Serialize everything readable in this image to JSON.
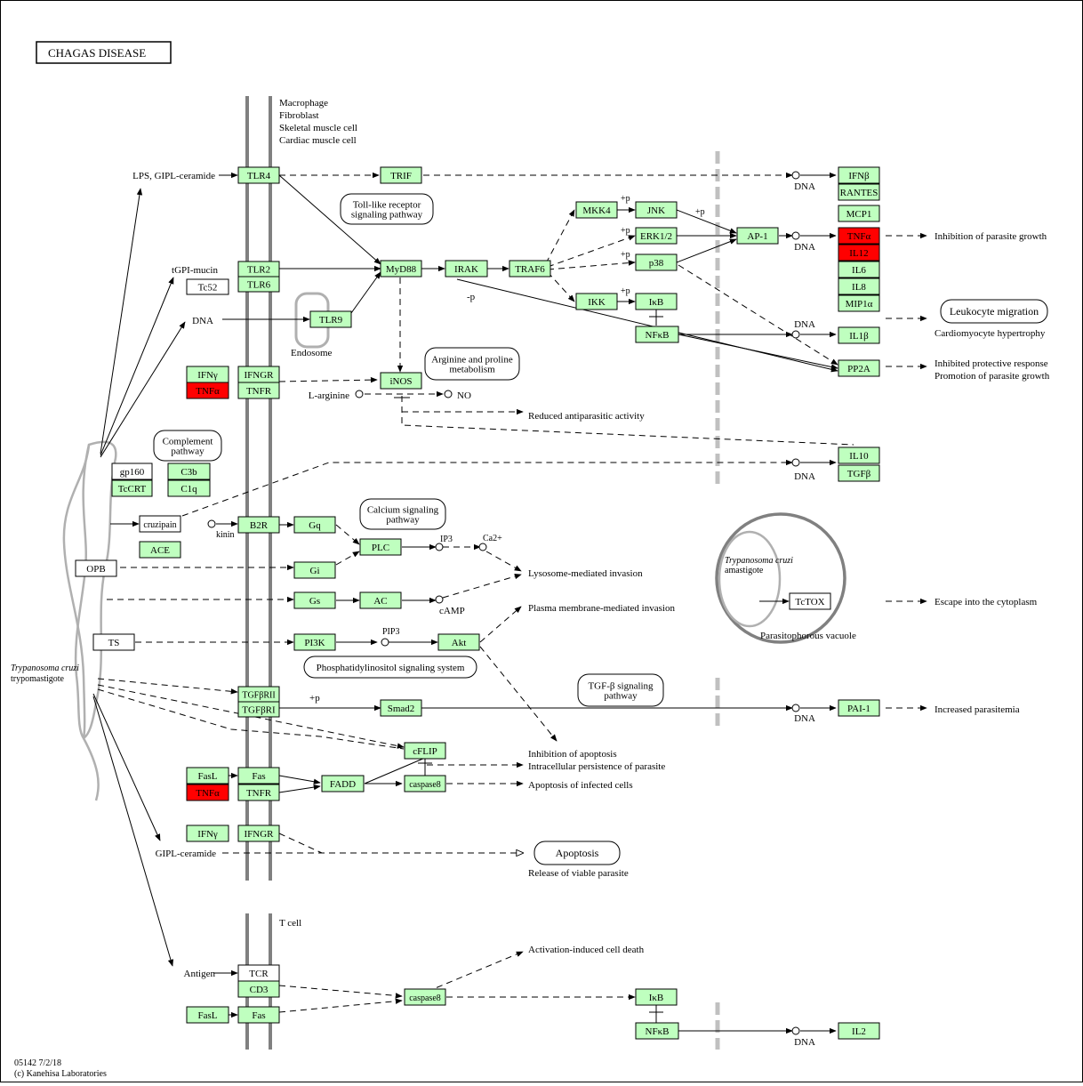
{
  "title": "CHAGAS  DISEASE",
  "colors": {
    "gene": "#bfffbf",
    "red": "#ff0000",
    "white": "#ffffff",
    "line": "#000000",
    "membrane": "#808080"
  },
  "footer": {
    "line1": "05142 7/2/18",
    "line2": "(c) Kanehisa Laboratories"
  },
  "genes": [
    {
      "label": "TLR4",
      "fill": "gene"
    },
    {
      "label": "TRIF",
      "fill": "gene"
    },
    {
      "label": "TLR2",
      "fill": "gene"
    },
    {
      "label": "Tc52",
      "fill": "white"
    },
    {
      "label": "TLR6",
      "fill": "gene"
    },
    {
      "label": "TLR9",
      "fill": "gene"
    },
    {
      "label": "MyD88",
      "fill": "gene"
    },
    {
      "label": "IRAK",
      "fill": "gene"
    },
    {
      "label": "TRAF6",
      "fill": "gene"
    },
    {
      "label": "MKK4",
      "fill": "gene"
    },
    {
      "label": "JNK",
      "fill": "gene"
    },
    {
      "label": "ERK1/2",
      "fill": "gene"
    },
    {
      "label": "p38",
      "fill": "gene"
    },
    {
      "label": "AP-1",
      "fill": "gene"
    },
    {
      "label": "IKK",
      "fill": "gene"
    },
    {
      "label": "IκB",
      "fill": "gene"
    },
    {
      "label": "NFκB",
      "fill": "gene"
    },
    {
      "label": "IFNβ",
      "fill": "gene"
    },
    {
      "label": "RANTES",
      "fill": "gene"
    },
    {
      "label": "MCP1",
      "fill": "gene"
    },
    {
      "label": "TNFα",
      "fill": "red"
    },
    {
      "label": "IL12",
      "fill": "red"
    },
    {
      "label": "IL6",
      "fill": "gene"
    },
    {
      "label": "IL8",
      "fill": "gene"
    },
    {
      "label": "MIP1α",
      "fill": "gene"
    },
    {
      "label": "IL1β",
      "fill": "gene"
    },
    {
      "label": "PP2A",
      "fill": "gene"
    },
    {
      "label": "IFNγ",
      "fill": "gene"
    },
    {
      "label": "IFNGR",
      "fill": "gene"
    },
    {
      "label": "TNFα",
      "fill": "red"
    },
    {
      "label": "TNFR",
      "fill": "gene"
    },
    {
      "label": "iNOS",
      "fill": "gene"
    },
    {
      "label": "IL10",
      "fill": "gene"
    },
    {
      "label": "TGFβ",
      "fill": "gene"
    },
    {
      "label": "gp160",
      "fill": "white"
    },
    {
      "label": "C3b",
      "fill": "gene"
    },
    {
      "label": "TcCRT",
      "fill": "gene"
    },
    {
      "label": "C1q",
      "fill": "gene"
    },
    {
      "label": "cruzipain",
      "fill": "white"
    },
    {
      "label": "B2R",
      "fill": "gene"
    },
    {
      "label": "Gq",
      "fill": "gene"
    },
    {
      "label": "ACE",
      "fill": "gene"
    },
    {
      "label": "OPB",
      "fill": "white"
    },
    {
      "label": "Gi",
      "fill": "gene"
    },
    {
      "label": "PLC",
      "fill": "gene"
    },
    {
      "label": "Gs",
      "fill": "gene"
    },
    {
      "label": "AC",
      "fill": "gene"
    },
    {
      "label": "TS",
      "fill": "white"
    },
    {
      "label": "PI3K",
      "fill": "gene"
    },
    {
      "label": "Akt",
      "fill": "gene"
    },
    {
      "label": "TcTOX",
      "fill": "white"
    },
    {
      "label": "TGFβRII",
      "fill": "gene"
    },
    {
      "label": "TGFβRI",
      "fill": "gene"
    },
    {
      "label": "Smad2",
      "fill": "gene"
    },
    {
      "label": "PAI-1",
      "fill": "gene"
    },
    {
      "label": "cFLIP",
      "fill": "gene"
    },
    {
      "label": "FasL",
      "fill": "gene"
    },
    {
      "label": "Fas",
      "fill": "gene"
    },
    {
      "label": "FADD",
      "fill": "gene"
    },
    {
      "label": "TNFα",
      "fill": "red"
    },
    {
      "label": "TNFR",
      "fill": "gene"
    },
    {
      "label": "caspase8",
      "fill": "gene"
    },
    {
      "label": "IFNγ",
      "fill": "gene"
    },
    {
      "label": "IFNGR",
      "fill": "gene"
    },
    {
      "label": "TCR",
      "fill": "white"
    },
    {
      "label": "CD3",
      "fill": "gene"
    },
    {
      "label": "FasL",
      "fill": "gene"
    },
    {
      "label": "Fas",
      "fill": "gene"
    },
    {
      "label": "caspase8",
      "fill": "gene"
    },
    {
      "label": "IκB",
      "fill": "gene"
    },
    {
      "label": "NFκB",
      "fill": "gene"
    },
    {
      "label": "IL2",
      "fill": "gene"
    }
  ],
  "pathways": [
    {
      "lines": [
        "Toll-like receptor",
        "signaling pathway"
      ]
    },
    {
      "lines": [
        "Arginine and proline",
        "metabolism"
      ]
    },
    {
      "lines": [
        "Complement",
        "pathway"
      ]
    },
    {
      "lines": [
        "Calcium  signaling",
        "pathway"
      ]
    },
    {
      "lines": [
        "Phosphatidylinositol signaling system"
      ]
    },
    {
      "lines": [
        "TGF-β signaling",
        "pathway"
      ]
    },
    {
      "lines": [
        "Leukocyte migration"
      ]
    },
    {
      "lines": [
        "Apoptosis"
      ]
    }
  ],
  "labels": [
    "Macrophage",
    "Fibroblast",
    "Skeletal muscle cell",
    "Cardiac muscle cell",
    "LPS, GIPL-ceramide",
    "tGPI-mucin",
    "DNA",
    "Endosome",
    "L-arginine",
    "NO",
    "Reduced antiparasitic activity",
    "kinin",
    "IP3",
    "Ca2+",
    "cAMP",
    "PIP3",
    "Lysosome-mediated invasion",
    "Plasma membrane-mediated invasion",
    "Trypanosoma cruzi",
    "amastigote",
    "Parasitophorous vacuole",
    "Escape into the cytoplasm",
    "trypomastigote",
    "+p",
    "Inhibition of apoptosis",
    "Intracellular persistence of parasite",
    "Apoptosis of infected cells",
    "GIPL-ceramide",
    "Release of viable parasite",
    "T cell",
    "Antigen",
    "Activation-induced cell death",
    "DNA",
    "DNA",
    "DNA",
    "DNA",
    "DNA",
    "DNA",
    "Inhibition of parasite growth",
    "Cardiomyocyte hypertrophy",
    "Inhibited protective response",
    "Promotion of parasite growth",
    "Increased parasitemia",
    "+p",
    "+p",
    "+p",
    "+p",
    "-p",
    "+p"
  ]
}
